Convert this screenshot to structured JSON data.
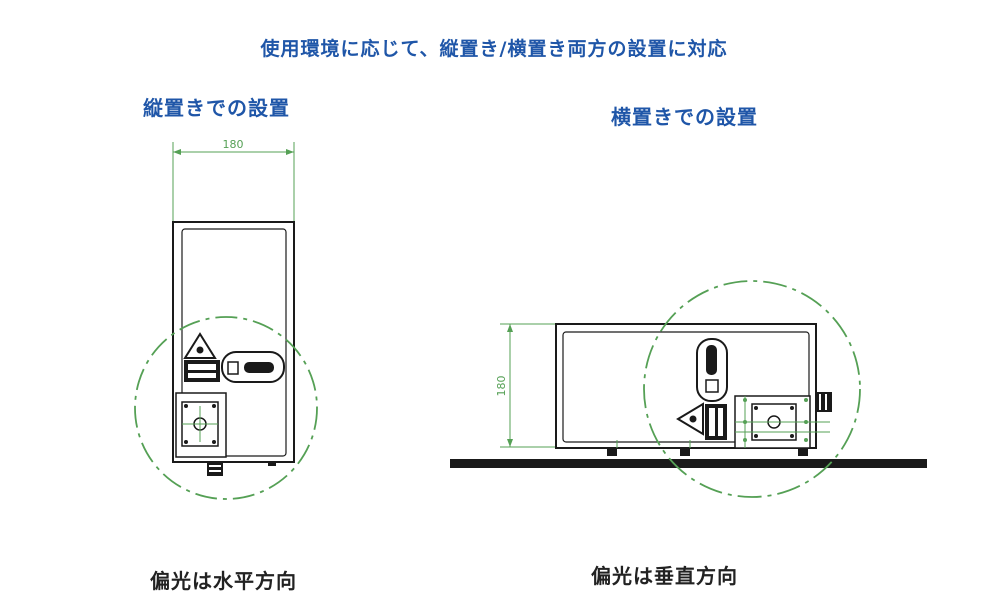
{
  "header": {
    "title": "使用環境に応じて、縦置き/横置き両方の設置に対応"
  },
  "vertical": {
    "heading": "縦置きでの設置",
    "width_dim": "180",
    "caption": "偏光は水平方向"
  },
  "horizontal": {
    "heading": "横置きでの設置",
    "height_dim": "180",
    "caption": "偏光は垂直方向"
  },
  "colors": {
    "heading_blue": "#1f56a8",
    "dimension_green": "#55a055",
    "outline_black": "#1a1a1a"
  }
}
